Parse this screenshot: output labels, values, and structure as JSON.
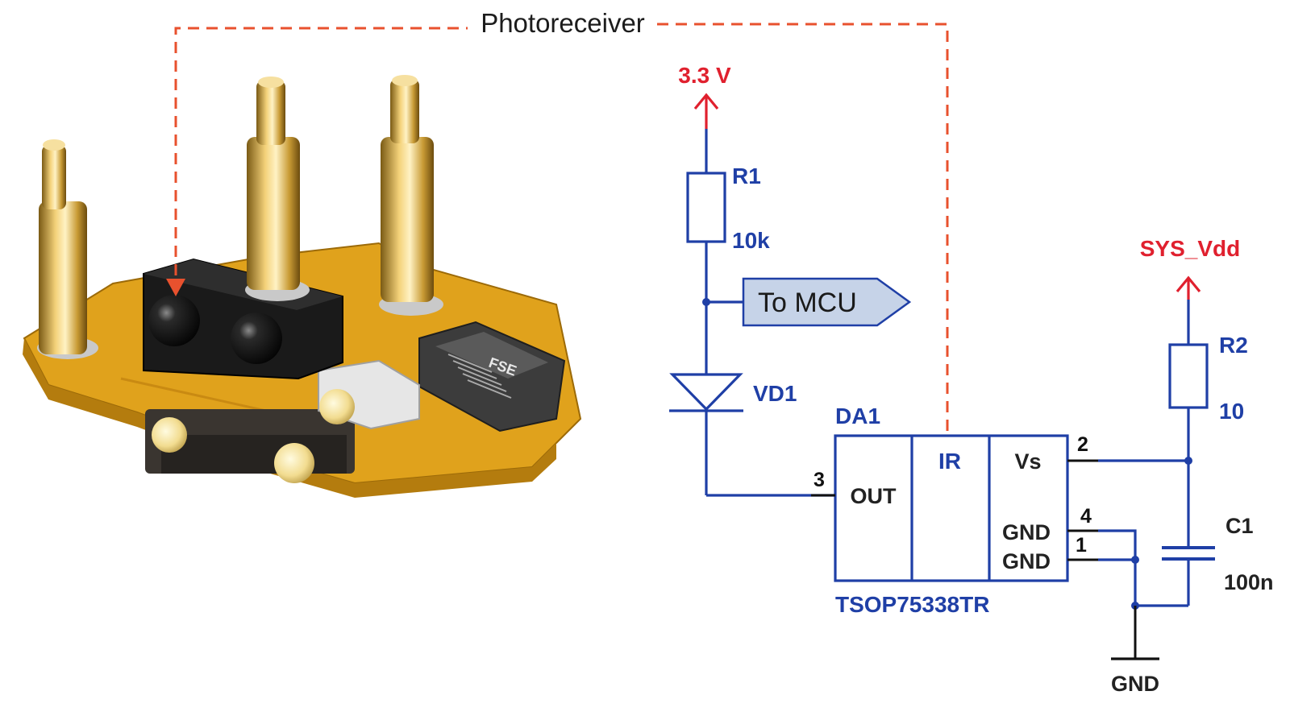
{
  "title": "Photoreceiver",
  "power": {
    "v33": "3.3 V",
    "sys_vdd": "SYS_Vdd",
    "gnd": "GND"
  },
  "r1": {
    "ref": "R1",
    "value": "10k"
  },
  "r2": {
    "ref": "R2",
    "value": "10"
  },
  "c1": {
    "ref": "C1",
    "value": "100n"
  },
  "vd1": {
    "ref": "VD1"
  },
  "to_mcu": "To MCU",
  "da1": {
    "ref": "DA1",
    "part": "TSOP75338TR",
    "ir": "IR",
    "out": "OUT",
    "vs": "Vs",
    "gnd_a": "GND",
    "gnd_b": "GND",
    "pin_out": "3",
    "pin_vs": "2",
    "pin_gnd4": "4",
    "pin_gnd1": "1"
  },
  "colors": {
    "wire": "#1f3fa6",
    "power_label": "#e0202e",
    "callout": "#e8512e",
    "pcb": "#e0a21c",
    "mcu_flag": "#c6d3e8"
  }
}
